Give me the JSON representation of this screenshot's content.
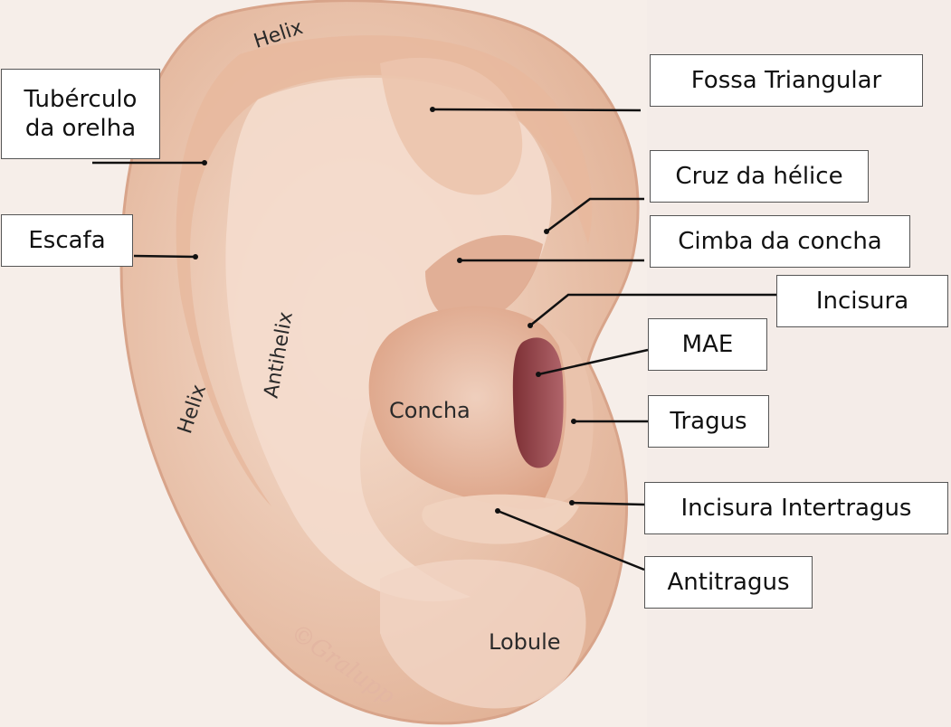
{
  "colors": {
    "background": "#f6eee9",
    "skin_light": "#f3d8c6",
    "skin_mid": "#e9bea6",
    "skin_shadow": "#d39a80",
    "canal": "#9b4a4c",
    "leader_line": "#111111"
  },
  "ear_text": {
    "helix_top": "Helix",
    "helix_left": "Helix",
    "antihelix": "Antihelix",
    "concha": "Concha",
    "lobule": "Lobule",
    "signature": "©Gralupp"
  },
  "labels": {
    "tuberculo": "Tubérculo\nda orelha",
    "escafa": "Escafa",
    "fossa_triangular": "Fossa Triangular",
    "cruz_helice": "Cruz da hélice",
    "cimba_concha": "Cimba da concha",
    "incisura": "Incisura",
    "mae": "MAE",
    "tragus": "Tragus",
    "incisura_intertragus": "Incisura Intertragus",
    "antitragus": "Antitragus"
  }
}
